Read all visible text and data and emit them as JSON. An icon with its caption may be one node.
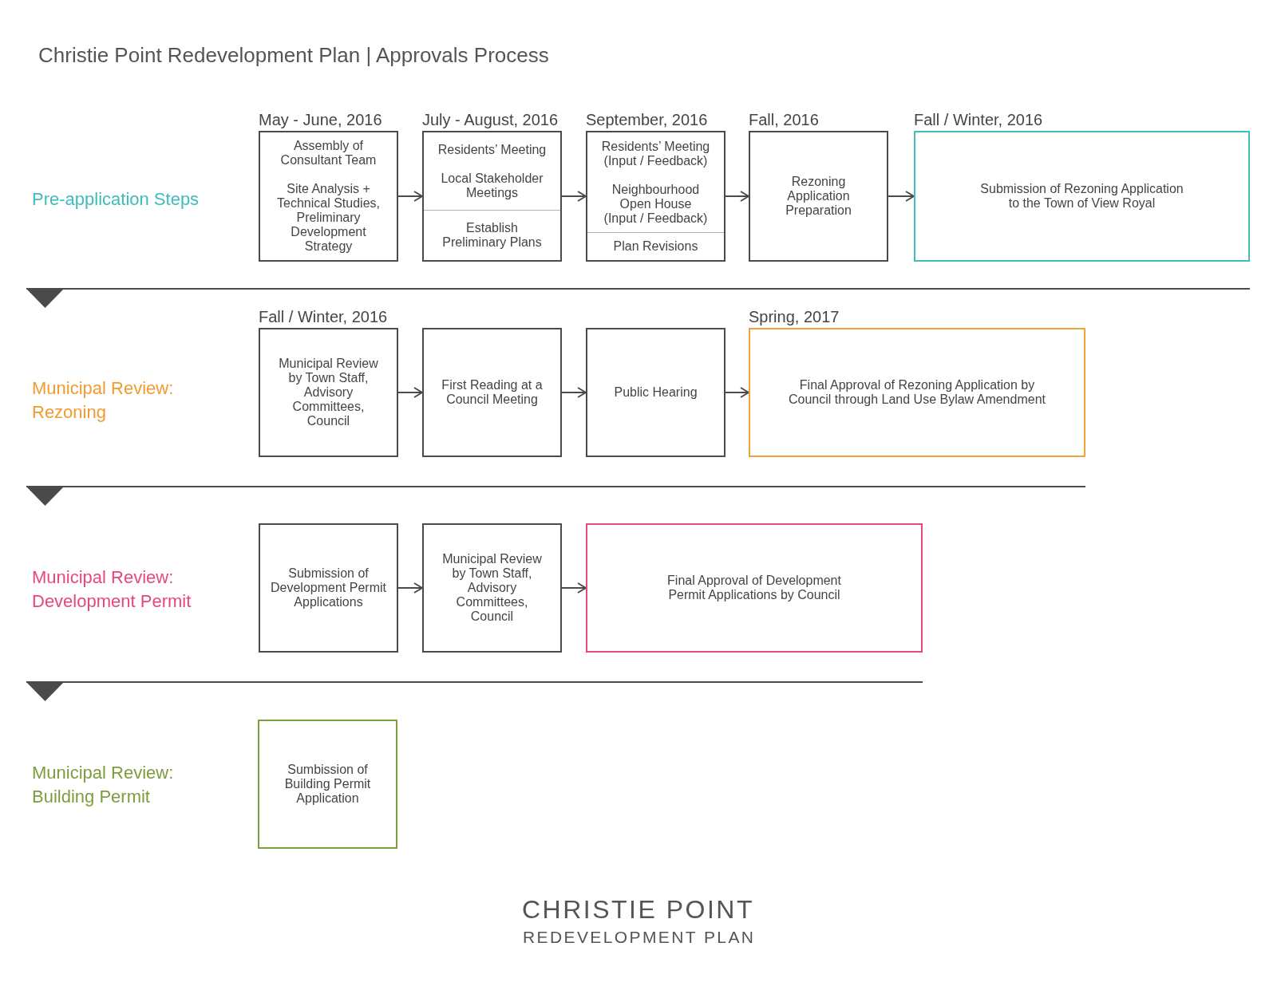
{
  "diagram": {
    "title": "Christie Point Redevelopment Plan | Approvals Process",
    "nodes": [
      {
        "text": [
          "Assembly of Consultant Team",
          "Site Analysis + Technical Studies, Preliminary Development Strategy"
        ],
        "beside": [
          "May - June, 2016"
        ]
      },
      {
        "text": [
          "Residents’ Meeting",
          "Local Stakeholder Meetings",
          "Establish Preliminary Plans"
        ],
        "beside": [
          "July - August, 2016"
        ]
      },
      {
        "text": [
          "Residents’ Meeting (Input / Feedback)",
          "Neighbourhood Open House (Input / Feedback)",
          "Plan Revisions"
        ],
        "beside": [
          "September, 2016"
        ]
      },
      {
        "text": [
          "Rezoning Application Preparation"
        ],
        "beside": [
          "Fall, 2016"
        ]
      },
      {
        "text": [
          "Submission of Rezoning Application to the Town of View Royal"
        ],
        "beside": [
          "Fall / Winter, 2016"
        ]
      },
      {
        "text": [
          "Municipal Review by Town Staff, Advisory Committees, Council"
        ],
        "beside": [
          "Fall / Winter, 2016"
        ]
      },
      {
        "text": [
          "First Reading at a Council Meeting"
        ]
      },
      {
        "text": [
          "Public Hearing"
        ]
      },
      {
        "text": [
          "Final Approval of Rezoning Application by Council through Land Use Bylaw Amendment"
        ],
        "beside": [
          "Spring, 2017"
        ]
      },
      {
        "text": [
          "Submission of Development Permit Applications"
        ]
      },
      {
        "text": [
          "Municipal Review by Town Staff, Advisory Committees, Council"
        ]
      },
      {
        "text": [
          "Final Approval of Development Permit Applications by Council"
        ]
      },
      {
        "text": [
          "Sumbission of Building Permit Application"
        ]
      }
    ],
    "edges": [
      {
        "from": 0,
        "to": 1,
        "arrow": "to"
      },
      {
        "from": 1,
        "to": 2,
        "arrow": "to"
      },
      {
        "from": 2,
        "to": 3,
        "arrow": "to"
      },
      {
        "from": 3,
        "to": 4,
        "arrow": "to"
      },
      {
        "from": 5,
        "to": 6,
        "arrow": "to"
      },
      {
        "from": 6,
        "to": 7,
        "arrow": "to"
      },
      {
        "from": 7,
        "to": 8,
        "arrow": "to"
      },
      {
        "from": 9,
        "to": 10,
        "arrow": "to"
      },
      {
        "from": 10,
        "to": 11,
        "arrow": "to"
      }
    ],
    "labels": [
      "Pre-application Steps",
      "Municipal Review: Rezoning",
      "Municipal Review: Development Permit",
      "Municipal Review: Building Permit",
      "CHRISTIE POINT",
      "REDEVELOPMENT PLAN"
    ]
  }
}
